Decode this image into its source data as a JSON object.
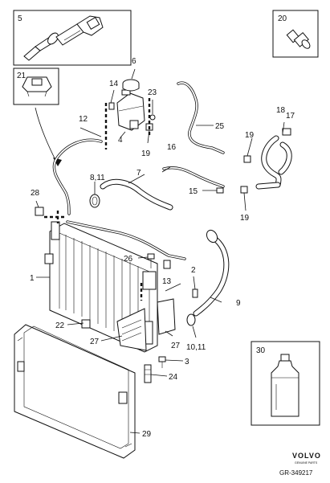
{
  "callouts": {
    "c1": "1",
    "c2": "2",
    "c3": "3",
    "c4": "4",
    "c5": "5",
    "c6": "6",
    "c7": "7",
    "c8_11": "8,11",
    "c9": "9",
    "c10_11": "10,11",
    "c12": "12",
    "c13": "13",
    "c14": "14",
    "c15": "15",
    "c16": "16",
    "c17": "17",
    "c18": "18",
    "c19a": "19",
    "c19b": "19",
    "c19c": "19",
    "c20": "20",
    "c21": "21",
    "c22": "22",
    "c23": "23",
    "c24": "24",
    "c25": "25",
    "c26": "26",
    "c27a": "27",
    "c27b": "27",
    "c28": "28",
    "c29": "29",
    "c30": "30"
  },
  "brand": {
    "name": "VOLVO",
    "subtitle": "GENUINE PARTS"
  },
  "reference": "GR-349217"
}
